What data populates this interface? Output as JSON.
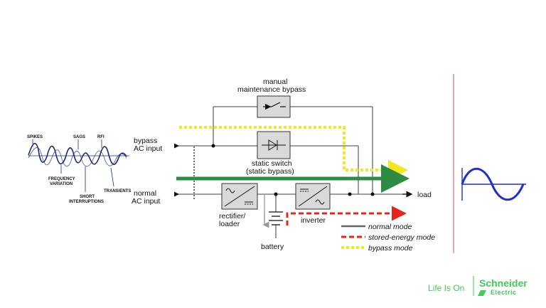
{
  "labels": {
    "manual_bypass_line1": "manual",
    "manual_bypass_line2": "maintenance bypass",
    "bypass_input_line1": "bypass",
    "bypass_input_line2": "AC input",
    "static_switch_line1": "static switch",
    "static_switch_line2": "(static bypass)",
    "normal_input_line1": "normal",
    "normal_input_line2": "AC input",
    "rectifier_line1": "rectifier/",
    "rectifier_line2": "loader",
    "inverter": "inverter",
    "battery": "battery",
    "load": "load"
  },
  "disturbances": {
    "spikes": "SPIKES",
    "sags": "SAGS",
    "rfi": "RFI",
    "frequency_line1": "FREQUENCY",
    "frequency_line2": "VARIATION",
    "short_line1": "SHORT",
    "short_line2": "INTERRUPTIONS",
    "transients": "TRANSIENTS"
  },
  "legend": {
    "normal_mode": "normal mode",
    "stored_energy_mode": "stored-energy mode",
    "bypass_mode": "bypass mode"
  },
  "colors": {
    "normal_mode": "#666666",
    "stored_energy_mode": "#e8231a",
    "bypass_mode": "#f5e61e",
    "main_flow": "#2e8b44",
    "output_sine": "#1f2fd0",
    "separator": "#d9534f"
  },
  "branding": {
    "tagline": "Life Is On",
    "brand_line1": "Schneider",
    "brand_line2": "Electric"
  }
}
